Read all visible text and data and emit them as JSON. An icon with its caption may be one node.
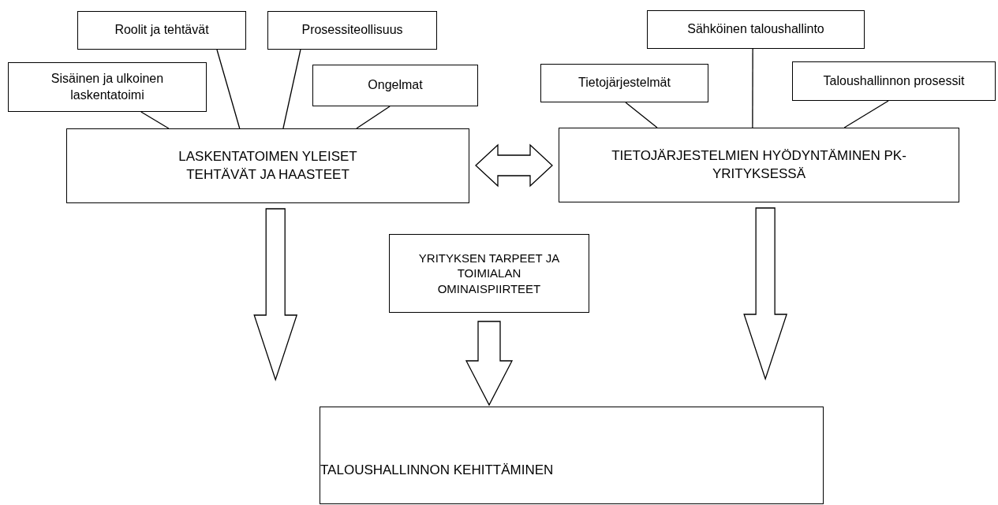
{
  "diagram": {
    "nodes": [
      {
        "text": [
          "Roolit ja tehtävät"
        ]
      },
      {
        "text": [
          "Prosessiteollisuus"
        ]
      },
      {
        "text": [
          "Sähköinen taloushallinto"
        ]
      },
      {
        "text": [
          "Sisäinen ja ulkoinen laskentatoimi"
        ]
      },
      {
        "text": [
          "Ongelmat"
        ]
      },
      {
        "text": [
          "Tietojärjestelmät"
        ]
      },
      {
        "text": [
          "Taloushallinnon prosessit"
        ]
      },
      {
        "text": [
          "LASKENTATOIMEN YLEISET TEHTÄVÄT JA HAASTEET"
        ]
      },
      {
        "text": [
          "TIETOJÄRJESTELMIEN HYÖDYNTÄMINEN PK-YRITYKSESSÄ"
        ]
      },
      {
        "text": [
          "YRITYKSEN TARPEET JA TOIMIALAN OMINAISPIIRTEET"
        ]
      },
      {
        "text": [
          "TALOUSHALLINNON KEHITTÄMINEN"
        ]
      }
    ],
    "edges": [
      {
        "from": 3,
        "to": 7,
        "arrow": "none"
      },
      {
        "from": 0,
        "to": 7,
        "arrow": "none"
      },
      {
        "from": 1,
        "to": 7,
        "arrow": "none"
      },
      {
        "from": 4,
        "to": 7,
        "arrow": "none"
      },
      {
        "from": 5,
        "to": 8,
        "arrow": "none"
      },
      {
        "from": 2,
        "to": 8,
        "arrow": "none"
      },
      {
        "from": 6,
        "to": 8,
        "arrow": "none"
      },
      {
        "from": 7,
        "to": 8,
        "arrow": "both"
      },
      {
        "from": 7,
        "to": null,
        "arrow": "to"
      },
      {
        "from": 8,
        "to": null,
        "arrow": "to"
      },
      {
        "from": 9,
        "to": 10,
        "arrow": "to"
      }
    ]
  }
}
